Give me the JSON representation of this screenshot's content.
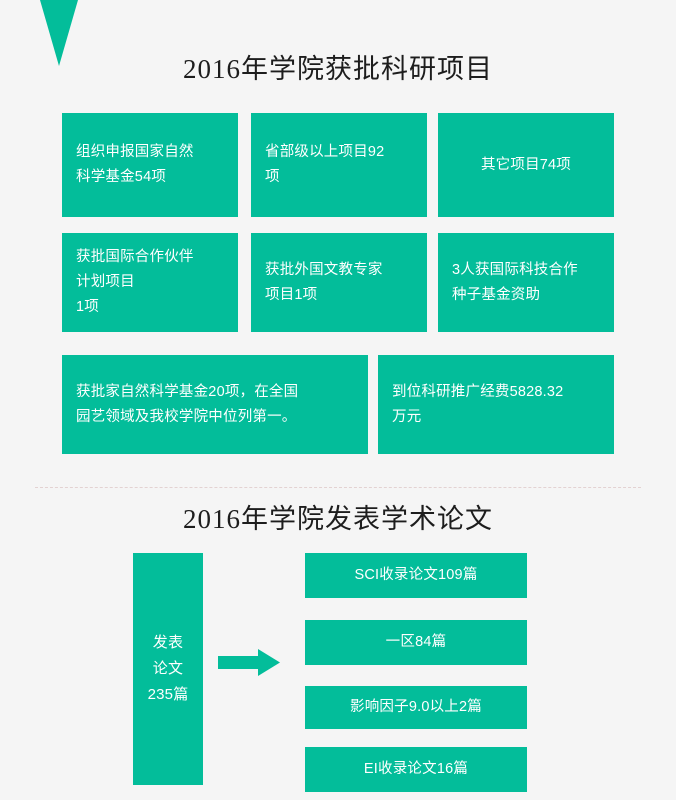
{
  "theme": {
    "background": "#f5f5f5",
    "accent": "#03bd9a",
    "card_text": "#ffffff",
    "title_text": "#1d1d1d",
    "divider": "#e3d2d2"
  },
  "sections": [
    {
      "id": "research-projects",
      "title": "2016年学院获批科研项目",
      "cards": [
        {
          "id": "nsfc-apply",
          "text": "组织申报国家自然\n科学基金54项",
          "align": "left"
        },
        {
          "id": "provincial",
          "text": "省部级以上项目92\n项",
          "align": "left"
        },
        {
          "id": "other",
          "text": "其它项目74项",
          "align": "center"
        },
        {
          "id": "intl-partner",
          "text": "获批国际合作伙伴\n计划项目\n1项",
          "align": "left"
        },
        {
          "id": "foreign-exp",
          "text": "获批外国文教专家\n项目1项",
          "align": "left"
        },
        {
          "id": "seed-fund",
          "text": "3人获国际科技合作\n种子基金资助",
          "align": "left"
        },
        {
          "id": "nsfc-granted",
          "text": "获批家自然科学基金20项，在全国\n园艺领域及我校学院中位列第一。",
          "align": "left"
        },
        {
          "id": "funding",
          "text": "到位科研推广经费5828.32\n万元",
          "align": "left"
        }
      ]
    },
    {
      "id": "academic-papers",
      "title": "2016年学院发表学术论文",
      "total": {
        "id": "total-papers",
        "text": "发表\n论文\n235篇"
      },
      "arrow_name": "right-arrow-icon",
      "items": [
        {
          "id": "sci",
          "text": "SCI收录论文109篇"
        },
        {
          "id": "q1",
          "text": "一区84篇"
        },
        {
          "id": "if",
          "text": "影响因子9.0以上2篇"
        },
        {
          "id": "ei",
          "text": "EI收录论文16篇"
        }
      ]
    }
  ]
}
